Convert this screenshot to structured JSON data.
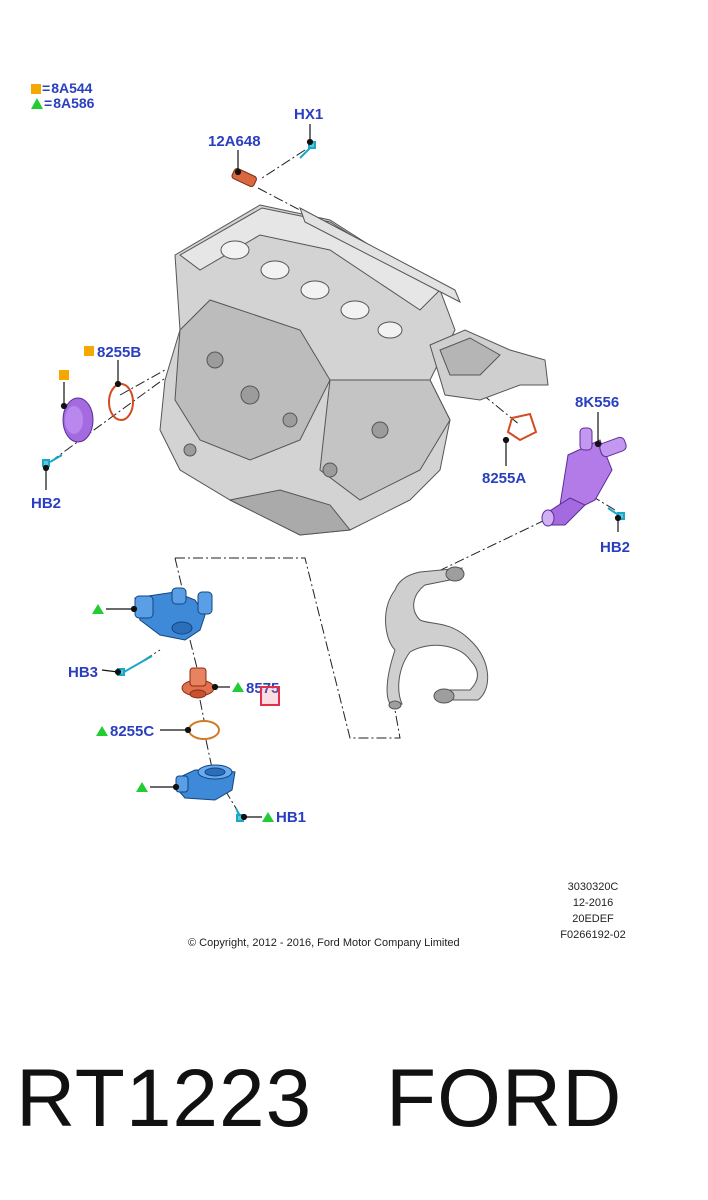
{
  "legend": [
    {
      "marker": "square",
      "marker_color": "#f4a800",
      "eq": "=",
      "code": "8A544"
    },
    {
      "marker": "triangle",
      "marker_color": "#22cc33",
      "eq": "=",
      "code": "8A586"
    }
  ],
  "callouts": {
    "hx1": "HX1",
    "c12a648": "12A648",
    "c8255b": "8255B",
    "hb2_left": "HB2",
    "c8k556": "8K556",
    "c8255a": "8255A",
    "hb2_right": "HB2",
    "hb3": "HB3",
    "c8575": "8575",
    "c8255c": "8255C",
    "hb1": "HB1"
  },
  "copyright": "© Copyright, 2012 - 2016, Ford Motor Company Limited",
  "meta": [
    "3030320C",
    "12-2016",
    "20EDEF",
    "F0266192-02"
  ],
  "part_number": "RT1223",
  "brand": "FORD",
  "colors": {
    "label": "#2a3fc0",
    "square_marker": "#f4a800",
    "triangle_marker": "#22cc33",
    "highlight": "#e0304a"
  }
}
